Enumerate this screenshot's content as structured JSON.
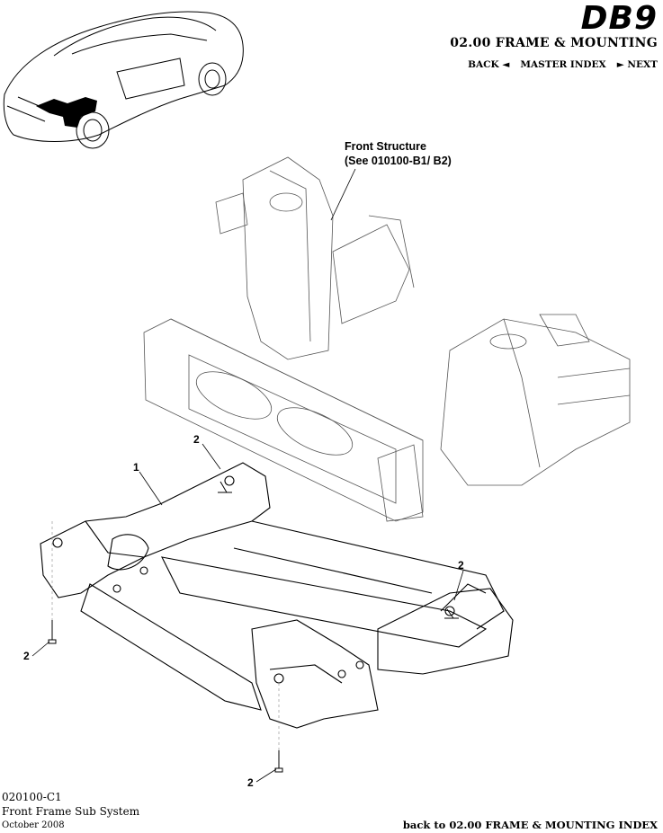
{
  "header": {
    "logo_text": "DB9",
    "section_title": "02.00 FRAME & MOUNTING",
    "nav": {
      "back": "BACK ◄",
      "master_index": "MASTER INDEX",
      "next": "► NEXT"
    }
  },
  "diagram": {
    "front_structure_label": "Front Structure",
    "front_structure_ref": "(See 010100-B1/ B2)",
    "callouts": [
      "1",
      "2",
      "2",
      "2",
      "2"
    ]
  },
  "footer": {
    "part_code": "020100-C1",
    "part_name": "Front Frame Sub System",
    "date": "October 2008",
    "back_link": "back to 02.00 FRAME & MOUNTING INDEX"
  }
}
